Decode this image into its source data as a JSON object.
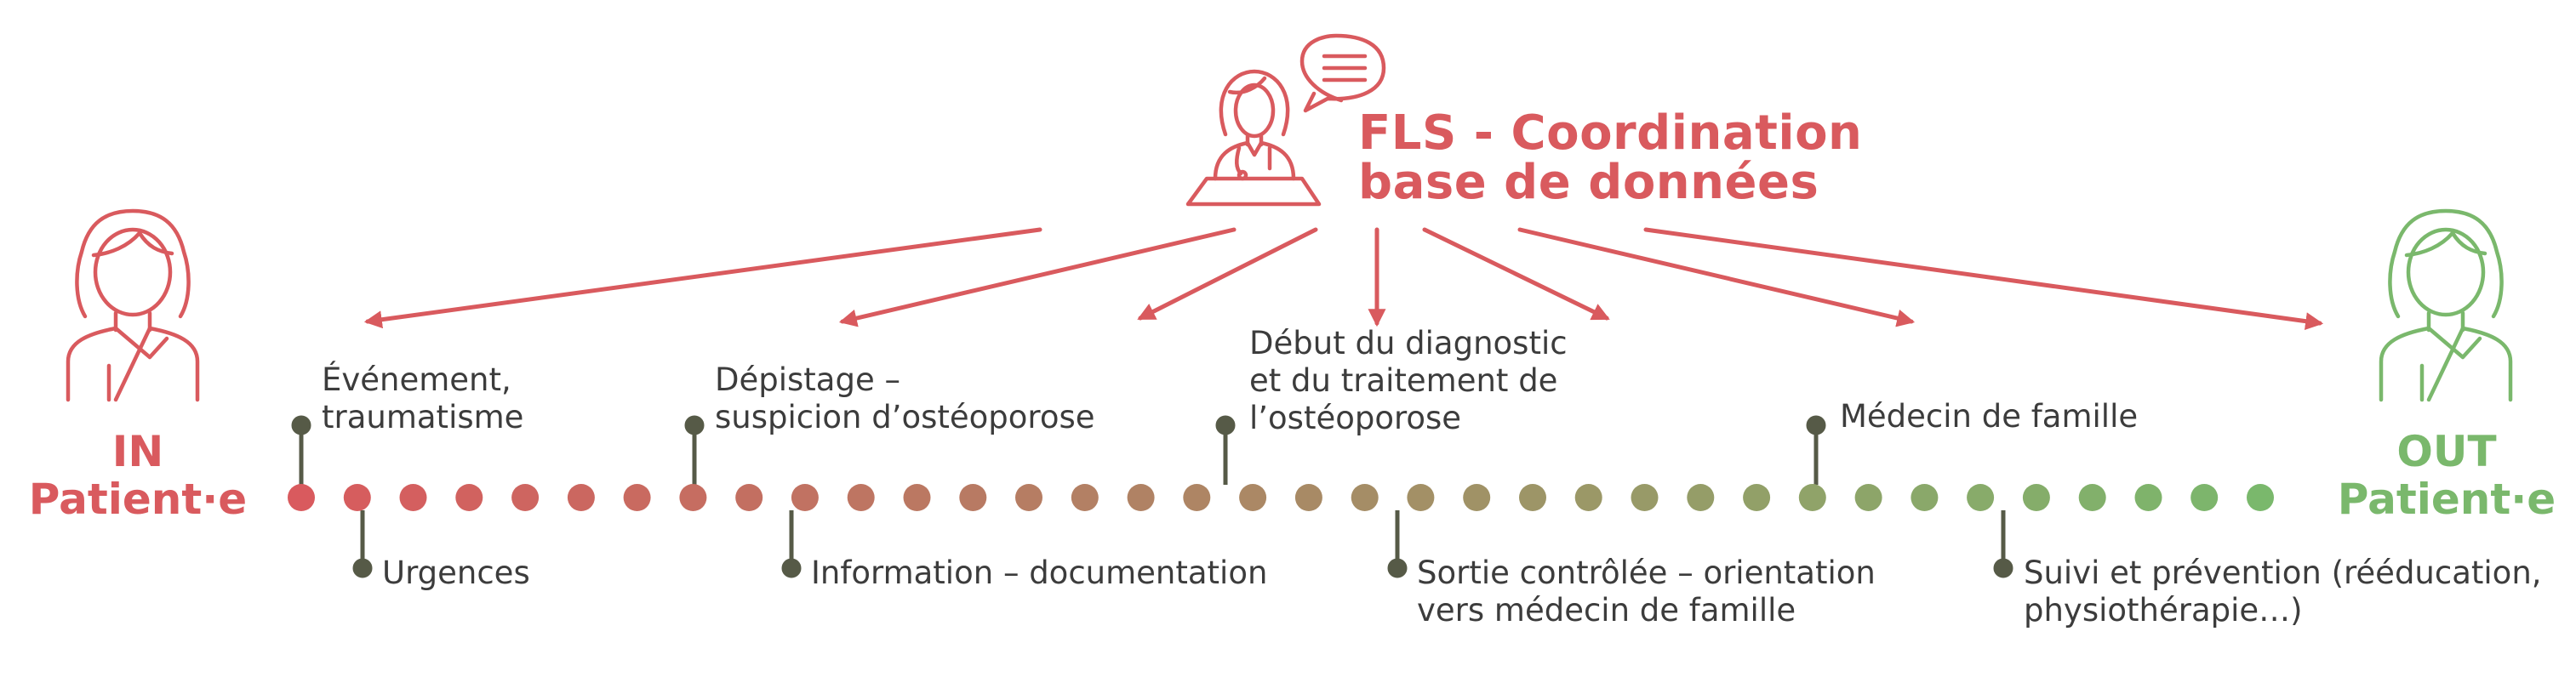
{
  "title": {
    "line1": "FLS - Coordination",
    "line2": "base de données"
  },
  "patient_in": {
    "line1": "IN",
    "line2": "Patient·e"
  },
  "patient_out": {
    "line1": "OUT",
    "line2": "Patient·e"
  },
  "timeline": {
    "dot_count": 36,
    "color_start": "#d95a5e",
    "color_end": "#7ab86c"
  },
  "steps_above": [
    {
      "line1": "Événement,",
      "line2": "traumatisme"
    },
    {
      "line1": "Dépistage –",
      "line2": "suspicion d’ostéoporose"
    },
    {
      "line1": "Début du diagnostic",
      "line2": "et du traitement de",
      "line3": "l’ostéoporose"
    },
    {
      "line1": "Médecin de famille"
    }
  ],
  "steps_below": [
    {
      "line1": "Urgences"
    },
    {
      "line1": "Information – documentation"
    },
    {
      "line1": "Sortie contrôlée – orientation",
      "line2": "vers médecin de famille"
    },
    {
      "line1": "Suivi et prévention (rééducation,",
      "line2": "physiothérapie…)"
    }
  ],
  "icons": [
    "coordinator-doctor-icon",
    "speech-bubble-icon",
    "patient-in-icon",
    "patient-out-icon"
  ],
  "colors": {
    "red": "#d95a5e",
    "green": "#7ab86c",
    "stem": "#565a47",
    "text": "#3c3c3c"
  }
}
